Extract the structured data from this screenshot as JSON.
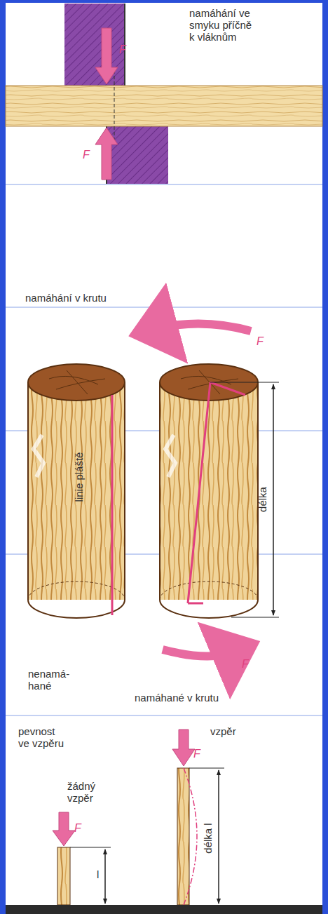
{
  "diagram": {
    "labels": [
      "namáhání ve smyku příčně k vláknům",
      "F",
      "F",
      "namáhání v krutu",
      "F",
      "linie pláště",
      "délka",
      "F",
      "nenamá- hané",
      "namáhané v krutu",
      "pevnost ve vzpěru",
      "vzpěr",
      "F",
      "žádný vzpěr",
      "F",
      "l",
      "délka l"
    ]
  }
}
